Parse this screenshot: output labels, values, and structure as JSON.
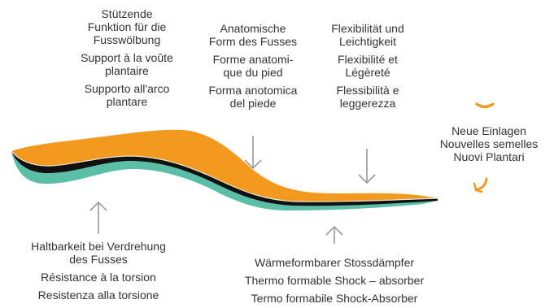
{
  "callouts": {
    "arch_support": {
      "de": [
        "Stützende",
        "Funktion für die",
        "Fusswölbung"
      ],
      "fr": [
        "Support à la voûte",
        "plantaire"
      ],
      "it": [
        "Supporto all'arco",
        "plantare"
      ]
    },
    "anatomic_form": {
      "de": [
        "Anatomische",
        "Form des Fusses"
      ],
      "fr": [
        "Forme anatomi-",
        "que du pied"
      ],
      "it": [
        "Forma anotomica",
        "del piede"
      ]
    },
    "flexibility": {
      "de": [
        "Flexibilität und",
        "Leichtigkeit"
      ],
      "fr": [
        "Flexibilité et",
        "Légèreté"
      ],
      "it": [
        "Flessibilità e",
        "leggerezza"
      ]
    },
    "new_insoles": {
      "de": "Neue Einlagen",
      "fr": "Nouvelles semelles",
      "it": "Nuovi Plantari"
    },
    "torsion": {
      "de": [
        "Haltbarkeit bei Verdrehung",
        "des Fusses"
      ],
      "fr": "Résistance à la torsion",
      "it": "Resistenza alla torsione"
    },
    "shock_absorber": {
      "de": "Wärmeformbarer Stossdämpfer",
      "fr": "Thermo formable Shock – absorber",
      "it": "Termo formabile Shock-Absorber"
    }
  },
  "colors": {
    "top_layer": "#f39a1e",
    "black_layer": "#111111",
    "teal_layer": "#5bbfa8",
    "edge_light": "#e9e4d6",
    "arrow": "#9a9a9a",
    "accent": "#f39a1e",
    "text": "#333333"
  }
}
